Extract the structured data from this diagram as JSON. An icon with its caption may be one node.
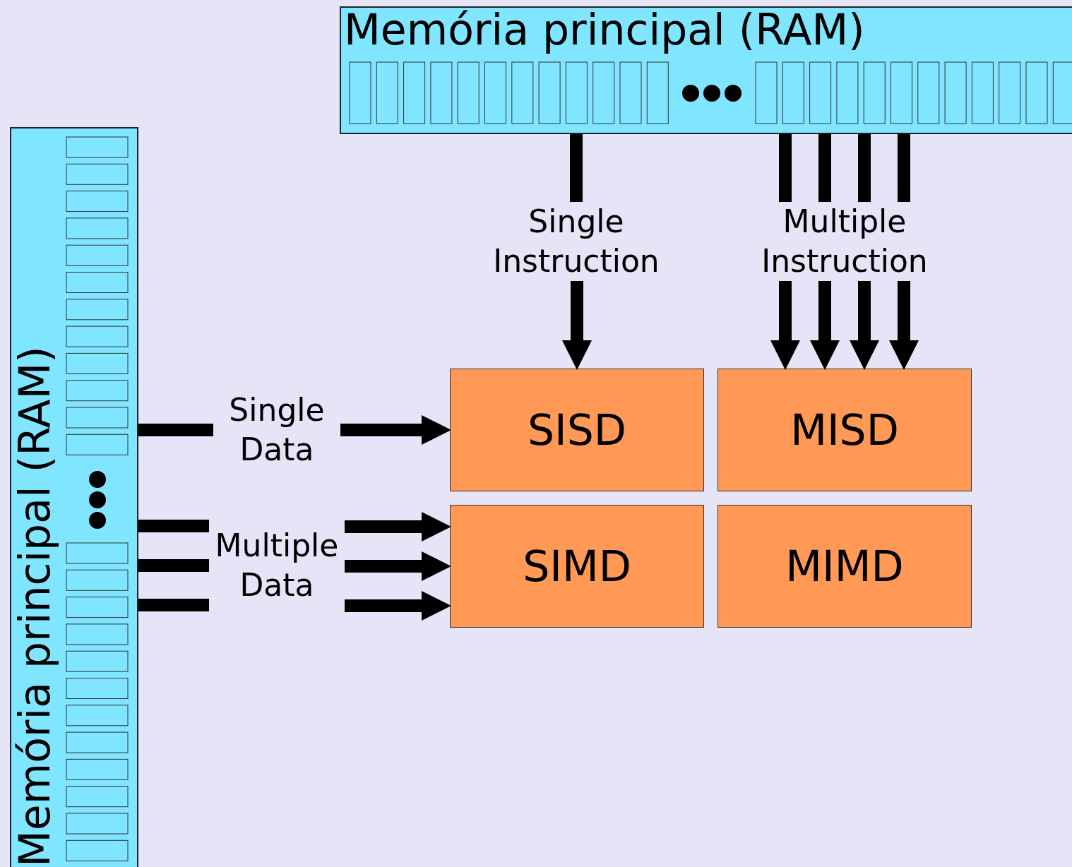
{
  "diagram": {
    "nodes": [
      {
        "text": [
          "Memória principal (RAM)"
        ]
      },
      {
        "text": [
          "Memória principal (RAM)"
        ]
      },
      {
        "text": [
          "Single Instruction"
        ]
      },
      {
        "text": [
          "Multiple Instruction"
        ]
      },
      {
        "text": [
          "Single Data"
        ]
      },
      {
        "text": [
          "Multiple Data"
        ]
      },
      {
        "text": [
          "SISD"
        ]
      },
      {
        "text": [
          "MISD"
        ]
      },
      {
        "text": [
          "SIMD"
        ]
      },
      {
        "text": [
          "MIMD"
        ]
      }
    ],
    "edges": [
      {
        "from": 0,
        "to": 2,
        "arrow": "none"
      },
      {
        "from": 2,
        "to": 6,
        "arrow": "to"
      },
      {
        "from": 0,
        "to": 3,
        "arrow": "none"
      },
      {
        "from": 0,
        "to": 3,
        "arrow": "none"
      },
      {
        "from": 0,
        "to": 3,
        "arrow": "none"
      },
      {
        "from": 0,
        "to": 3,
        "arrow": "none"
      },
      {
        "from": 3,
        "to": 7,
        "arrow": "to"
      },
      {
        "from": 3,
        "to": 7,
        "arrow": "to"
      },
      {
        "from": 3,
        "to": 7,
        "arrow": "to"
      },
      {
        "from": 3,
        "to": 7,
        "arrow": "to"
      },
      {
        "from": 1,
        "to": 4,
        "arrow": "none"
      },
      {
        "from": 4,
        "to": 6,
        "arrow": "to"
      },
      {
        "from": 1,
        "to": 5,
        "arrow": "none"
      },
      {
        "from": 1,
        "to": 5,
        "arrow": "none"
      },
      {
        "from": 1,
        "to": 5,
        "arrow": "none"
      },
      {
        "from": 5,
        "to": 8,
        "arrow": "to"
      },
      {
        "from": 5,
        "to": 8,
        "arrow": "to"
      },
      {
        "from": 5,
        "to": 8,
        "arrow": "to"
      }
    ]
  }
}
